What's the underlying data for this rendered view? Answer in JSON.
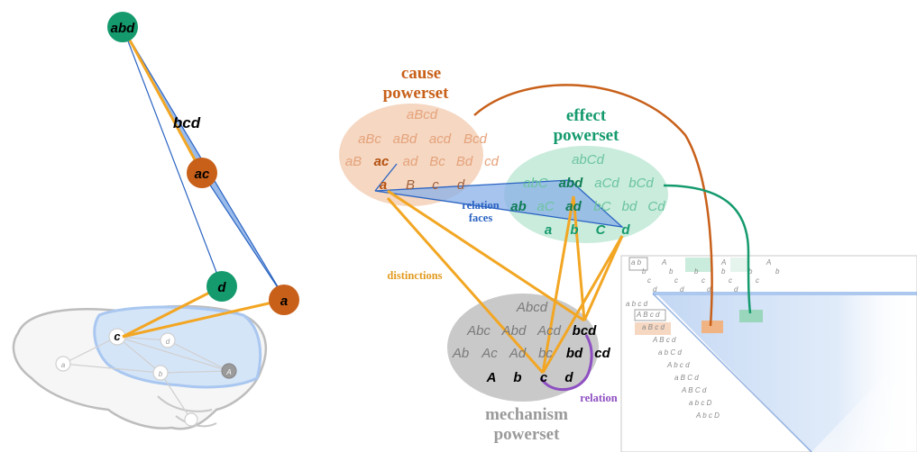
{
  "left_graph": {
    "nodes": {
      "abd": "abd",
      "ac": "ac",
      "d": "d",
      "a": "a",
      "c": "c"
    },
    "face_label": "bcd",
    "brain_nodes": [
      "c",
      "d",
      "b",
      "a",
      "A"
    ]
  },
  "cause": {
    "caption_line1": "cause",
    "caption_line2": "powerset",
    "rows": [
      [
        "aBcd"
      ],
      [
        "aBc",
        "aBd",
        "acd",
        "Bcd"
      ],
      [
        "aB",
        "ac",
        "ad",
        "Bc",
        "Bd",
        "cd"
      ],
      [
        "a",
        "B",
        "c",
        "d"
      ]
    ]
  },
  "effect": {
    "caption_line1": "effect",
    "caption_line2": "powerset",
    "rows": [
      [
        "abCd"
      ],
      [
        "abC",
        "abd",
        "aCd",
        "bCd"
      ],
      [
        "ab",
        "aC",
        "ad",
        "bC",
        "bd",
        "Cd"
      ],
      [
        "a",
        "b",
        "C",
        "d"
      ]
    ]
  },
  "mechanism": {
    "caption_line1": "mechanism",
    "caption_line2": "powerset",
    "rows": [
      [
        "Abcd"
      ],
      [
        "Abc",
        "Abd",
        "Acd",
        "bcd"
      ],
      [
        "Ab",
        "Ac",
        "Ad",
        "bc",
        "bd",
        "cd"
      ],
      [
        "A",
        "b",
        "c",
        "d"
      ]
    ]
  },
  "labels": {
    "relation_faces_1": "relation",
    "relation_faces_2": "faces",
    "distinctions": "distinctions",
    "relation": "relation"
  },
  "colors": {
    "cause": "#c8601a",
    "cause_fill": "#f5d7c2",
    "effect": "#159a6e",
    "effect_fill": "#c9ecdc",
    "mechanism_fill": "#c9c9c9",
    "distinction": "#f2a623",
    "face": "#2a63c2",
    "face_fill": "#8ab0e8",
    "relation": "#8e4fc2"
  }
}
